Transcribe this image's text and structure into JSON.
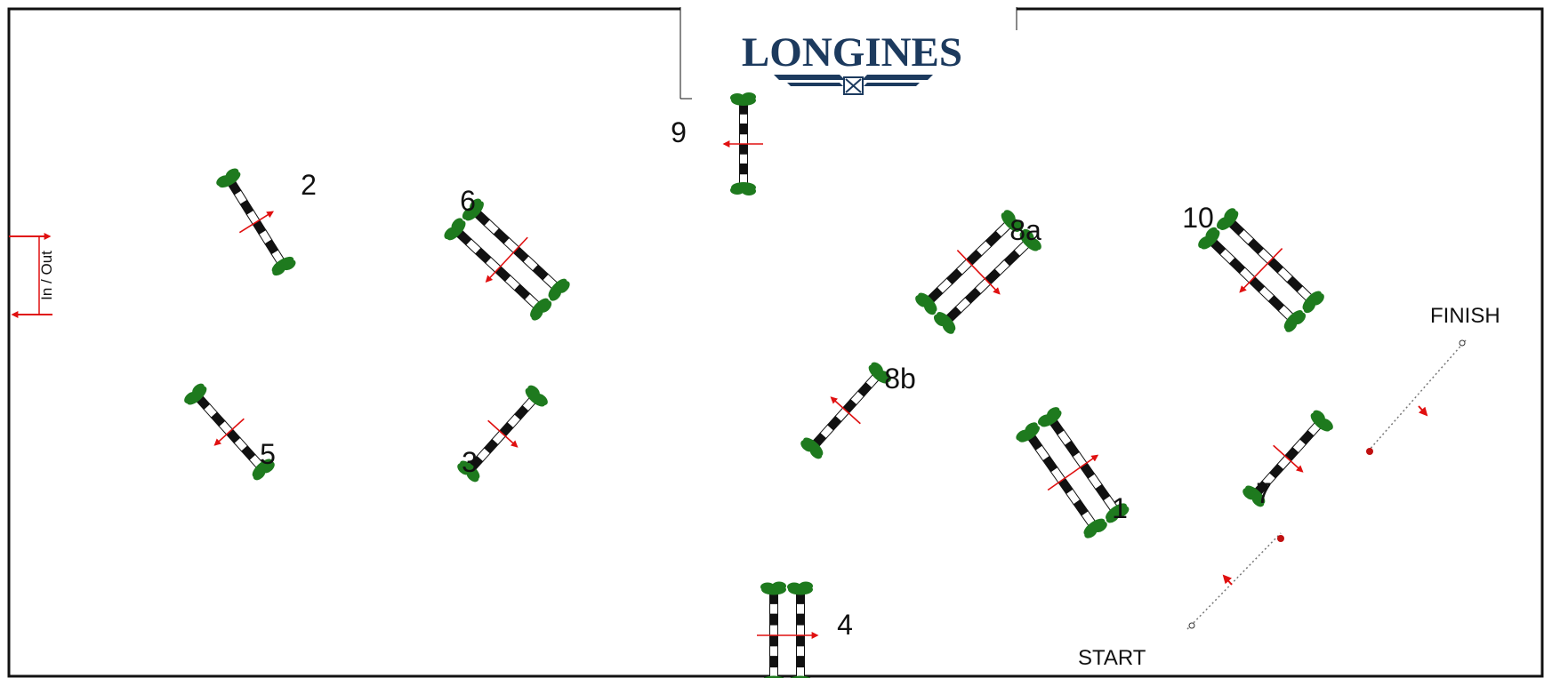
{
  "sponsor": {
    "logo_text": "LONGINES"
  },
  "entrance": {
    "label": "In / Out"
  },
  "start_label": "START",
  "finish_label": "FINISH",
  "obstacles": [
    {
      "label": "1",
      "type": "oxer"
    },
    {
      "label": "2",
      "type": "vertical"
    },
    {
      "label": "3",
      "type": "vertical"
    },
    {
      "label": "4",
      "type": "oxer"
    },
    {
      "label": "5",
      "type": "vertical"
    },
    {
      "label": "6",
      "type": "oxer"
    },
    {
      "label": "7",
      "type": "vertical"
    },
    {
      "label": "8a",
      "type": "oxer"
    },
    {
      "label": "8b",
      "type": "vertical"
    },
    {
      "label": "9",
      "type": "vertical"
    },
    {
      "label": "10",
      "type": "oxer"
    }
  ],
  "colors": {
    "rail_dark": "#111111",
    "rail_light": "#ffffff",
    "wing": "#1e7a1e",
    "arrow": "#e01010",
    "logo": "#1c3a5e"
  }
}
